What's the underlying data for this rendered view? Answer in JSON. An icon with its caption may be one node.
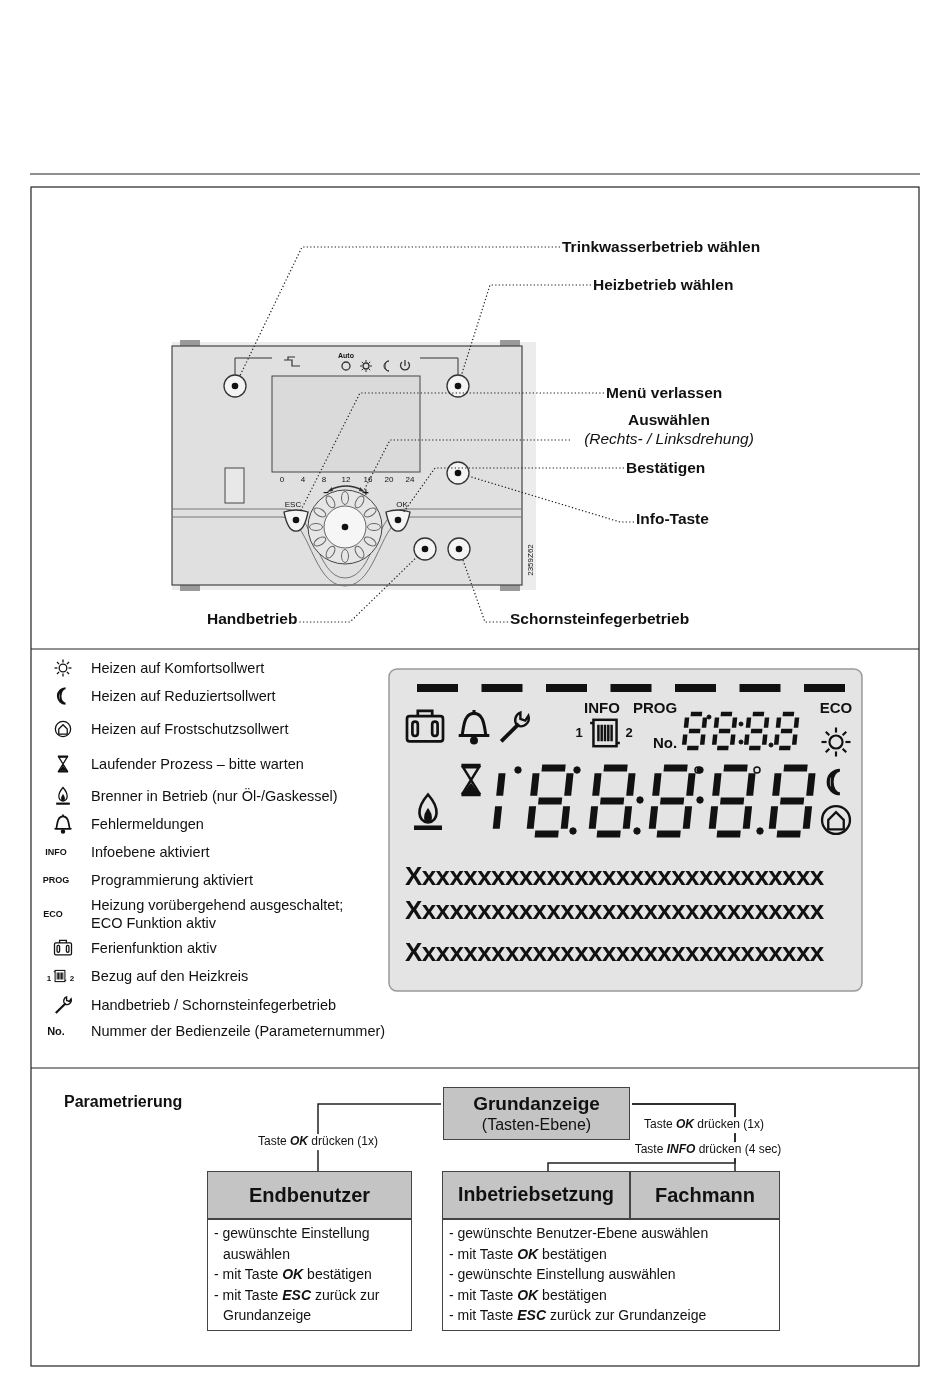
{
  "diagram": {
    "nodes": [
      {
        "text": [
          "Trinkwasserbetrieb wählen"
        ]
      },
      {
        "text": [
          "Heizbetrieb wählen"
        ]
      },
      {
        "text": [
          "Menü verlassen"
        ]
      },
      {
        "text": [
          "Auswählen",
          "(Rechts- / Linksdrehung)"
        ]
      },
      {
        "text": [
          "Bestätigen"
        ]
      },
      {
        "text": [
          "Info-Taste"
        ]
      },
      {
        "text": [
          "Handbetrieb"
        ]
      },
      {
        "text": [
          "Schornsteinfegerbetrieb"
        ]
      },
      {
        "text": [],
        "shape": "circle"
      },
      {
        "text": [],
        "shape": "circle"
      },
      {
        "text": [],
        "shape": "button"
      },
      {
        "text": [],
        "shape": "knob"
      },
      {
        "text": [],
        "shape": "button"
      },
      {
        "text": [],
        "shape": "circle"
      },
      {
        "text": [],
        "shape": "circle"
      },
      {
        "text": [],
        "shape": "circle"
      },
      {
        "text": [
          "Grundanzeige",
          "(Tasten-Ebene)"
        ]
      },
      {
        "text": [
          "Endbenutzer"
        ]
      },
      {
        "text": [
          "- gewünschte Einstellung auswählen",
          "- mit Taste **OK** bestätigen",
          "- mit Taste **ESC** zurück zur Grundanzeige"
        ]
      },
      {
        "text": [
          "Inbetriebsetzung"
        ]
      },
      {
        "text": [
          "Fachmann"
        ]
      },
      {
        "text": [
          "- gewünschte Benutzer-Ebene auswählen",
          "- mit Taste **OK** bestätigen",
          "- gewünschte  Einstellung auswählen",
          "- mit Taste **OK** bestätigen",
          "- mit Taste **ESC** zurück zur Grundanzeige"
        ]
      }
    ],
    "edges": [
      {
        "from": 0,
        "to": 8,
        "arrow": "none",
        "style": "dashed"
      },
      {
        "from": 1,
        "to": 9,
        "arrow": "none",
        "style": "dashed"
      },
      {
        "from": 2,
        "to": 10,
        "arrow": "none",
        "style": "dashed"
      },
      {
        "from": 3,
        "to": 11,
        "arrow": "none",
        "style": "dashed"
      },
      {
        "from": 4,
        "to": 12,
        "arrow": "none",
        "style": "dashed"
      },
      {
        "from": 5,
        "to": 13,
        "arrow": "none",
        "style": "dashed"
      },
      {
        "from": 6,
        "to": 14,
        "arrow": "none",
        "style": "dashed"
      },
      {
        "from": 7,
        "to": 15,
        "arrow": "none",
        "style": "dashed"
      },
      {
        "from": 16,
        "to": 17,
        "arrow": "none",
        "label": "Taste **OK** drücken (1x)"
      },
      {
        "from": 16,
        "to": 19,
        "arrow": "none"
      },
      {
        "from": 16,
        "to": 20,
        "arrow": "none"
      }
    ],
    "labels": [
      "Auto",
      "0",
      "4",
      "8",
      "12",
      "16",
      "20",
      "24",
      "–",
      "+",
      "ESC",
      "OK",
      "2359Z62",
      "INFO",
      "PROG",
      "ECO",
      "1",
      "2",
      "No.",
      "INFO",
      "PROG",
      "1",
      "2",
      "No.",
      "ECO",
      "Xxxxxxxxxxxxxxxxxxxxxxxxxxxxxx",
      "Xxxxxxxxxxxxxxxxxxxxxxxxxxxxxx",
      "Xxxxxxxxxxxxxxxxxxxxxxxxxxxxxx",
      "Parametrierung",
      "Taste **OK** drücken (1x)",
      "Taste **INFO** drücken (4 sec)"
    ],
    "legend": [
      {
        "text": "Heizen auf Komfortsollwert"
      },
      {
        "text": "Heizen auf Reduziertsollwert"
      },
      {
        "text": "Heizen auf Frostschutzsollwert"
      },
      {
        "text": "Laufender Prozess – bitte warten"
      },
      {
        "text": "Brenner in Betrieb (nur Öl-/Gaskessel)"
      },
      {
        "text": "Fehlermeldungen"
      },
      {
        "text": "Infoebene aktiviert"
      },
      {
        "text": "Programmierung aktiviert"
      },
      {
        "text": "Heizung vorübergehend ausgeschaltet; ECO Funktion aktiv"
      },
      {
        "text": "Ferienfunktion aktiv"
      },
      {
        "text": "Bezug auf den Heizkreis"
      },
      {
        "text": "Handbetrieb / Schornsteinfegerbetrieb"
      },
      {
        "text": "Nummer der Bedienzeile (Parameternummer)"
      }
    ]
  }
}
